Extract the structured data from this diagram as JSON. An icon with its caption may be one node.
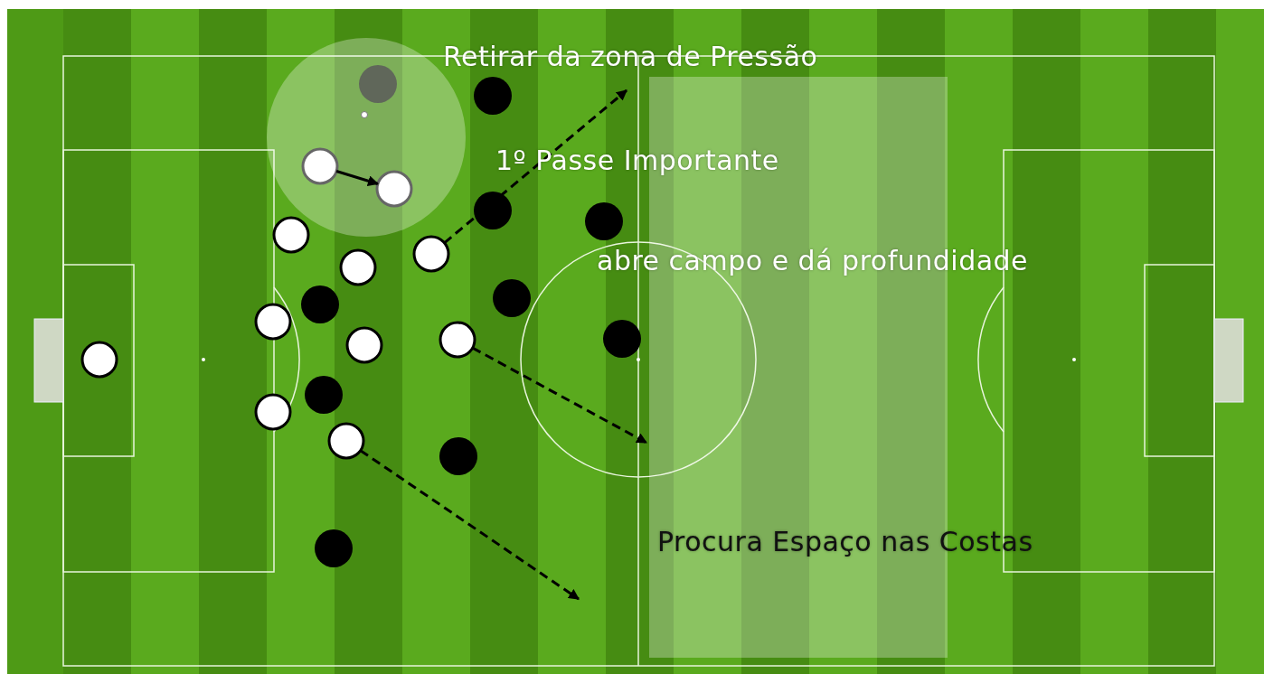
{
  "diagram": {
    "nodes": [
      {
        "text": [],
        "shape": "circle"
      },
      {
        "text": [],
        "shape": "circle"
      },
      {
        "text": [],
        "shape": "circle"
      },
      {
        "text": [],
        "shape": "circle"
      },
      {
        "text": [],
        "shape": "circle"
      },
      {
        "text": [],
        "shape": "circle"
      },
      {
        "text": [],
        "shape": "circle"
      },
      {
        "text": [],
        "shape": "circle"
      },
      {
        "text": [],
        "shape": "circle"
      },
      {
        "text": [],
        "shape": "circle"
      },
      {
        "text": [],
        "shape": "circle"
      },
      {
        "text": [],
        "shape": "circle"
      },
      {
        "text": [],
        "shape": "circle"
      },
      {
        "text": [],
        "shape": "circle"
      },
      {
        "text": [],
        "shape": "circle"
      },
      {
        "text": [],
        "shape": "circle"
      },
      {
        "text": [],
        "shape": "circle"
      },
      {
        "text": [],
        "shape": "circle"
      },
      {
        "text": [],
        "shape": "circle"
      },
      {
        "text": [],
        "shape": "circle"
      },
      {
        "text": [],
        "shape": "circle"
      }
    ],
    "edges": [
      {
        "from": 2,
        "to": 3,
        "arrow": "to"
      },
      {
        "from": 7,
        "to": null,
        "arrow": "to",
        "style": "dashed"
      },
      {
        "from": 13,
        "to": null,
        "arrow": "to",
        "style": "dashed"
      },
      {
        "from": 18,
        "to": null,
        "arrow": "to",
        "style": "dashed"
      }
    ],
    "labels": [
      "Retirar da zona de Pressão",
      "1º Passe Importante",
      "abre campo e dá profundidade",
      "Procura Espaço nas Costas"
    ]
  }
}
